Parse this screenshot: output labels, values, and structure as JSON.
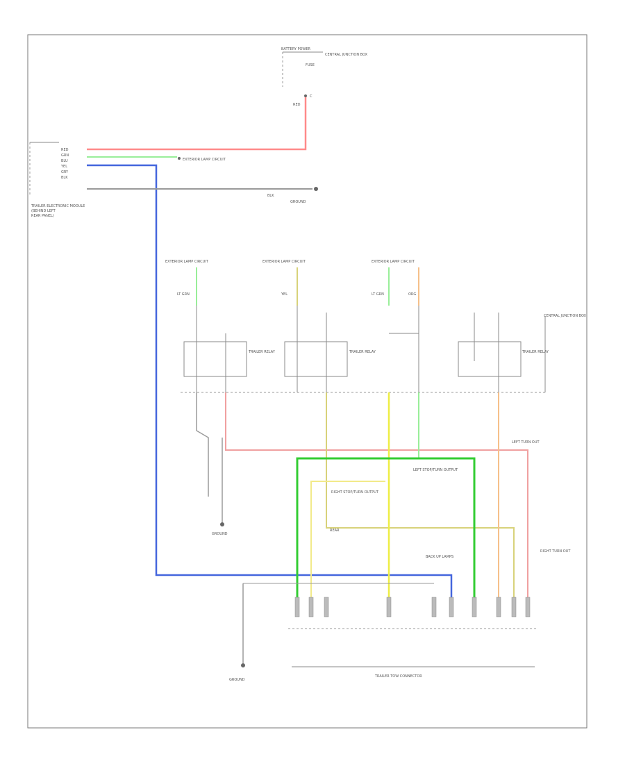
{
  "colors": {
    "red": "#ff8a8a",
    "green": "#33cc33",
    "light_green": "#99ee99",
    "blue": "#4466dd",
    "yellow": "#eeee44",
    "light_yellow": "#f2ea8a",
    "orange": "#f6c08a",
    "pink": "#f0a0a0",
    "olive": "#d8d27a",
    "gray": "#9a9a9a"
  },
  "footer": {
    "code": ""
  },
  "labels": {
    "battery_power": "BATTERY POWER",
    "power_dist_top": "CENTRAL JUNCTION BOX",
    "trailer_module": "TRAILER ELECTRONIC MODULE",
    "ext_lamp_1": "EXTERIOR LAMP CIRCUIT",
    "ext_lamp_2": "EXTERIOR LAMP CIRCUIT",
    "ext_lamp_3": "EXTERIOR LAMP CIRCUIT",
    "ext_lamp_4": "EXTERIOR LAMP CIRCUIT",
    "ground_note": "GROUND",
    "relay_1": "TRAILER RELAY",
    "relay_2": "TRAILER RELAY",
    "relay_3": "TRAILER RELAY",
    "junction_right": "CENTRAL JUNCTION BOX",
    "left_turn_out": "LEFT TURN OUT",
    "left_stop_out": "LEFT STOP/TURN OUTPUT",
    "right_stop_out": "RIGHT STOP/TURN OUTPUT",
    "backup_lamps": "BACK UP LAMPS",
    "ground_2": "GROUND",
    "rear_note": "REAR",
    "ground_bottom": "GROUND",
    "connector_title": "TRAILER TOW CONNECTOR",
    "right_turn_out": "RIGHT TURN OUT"
  }
}
